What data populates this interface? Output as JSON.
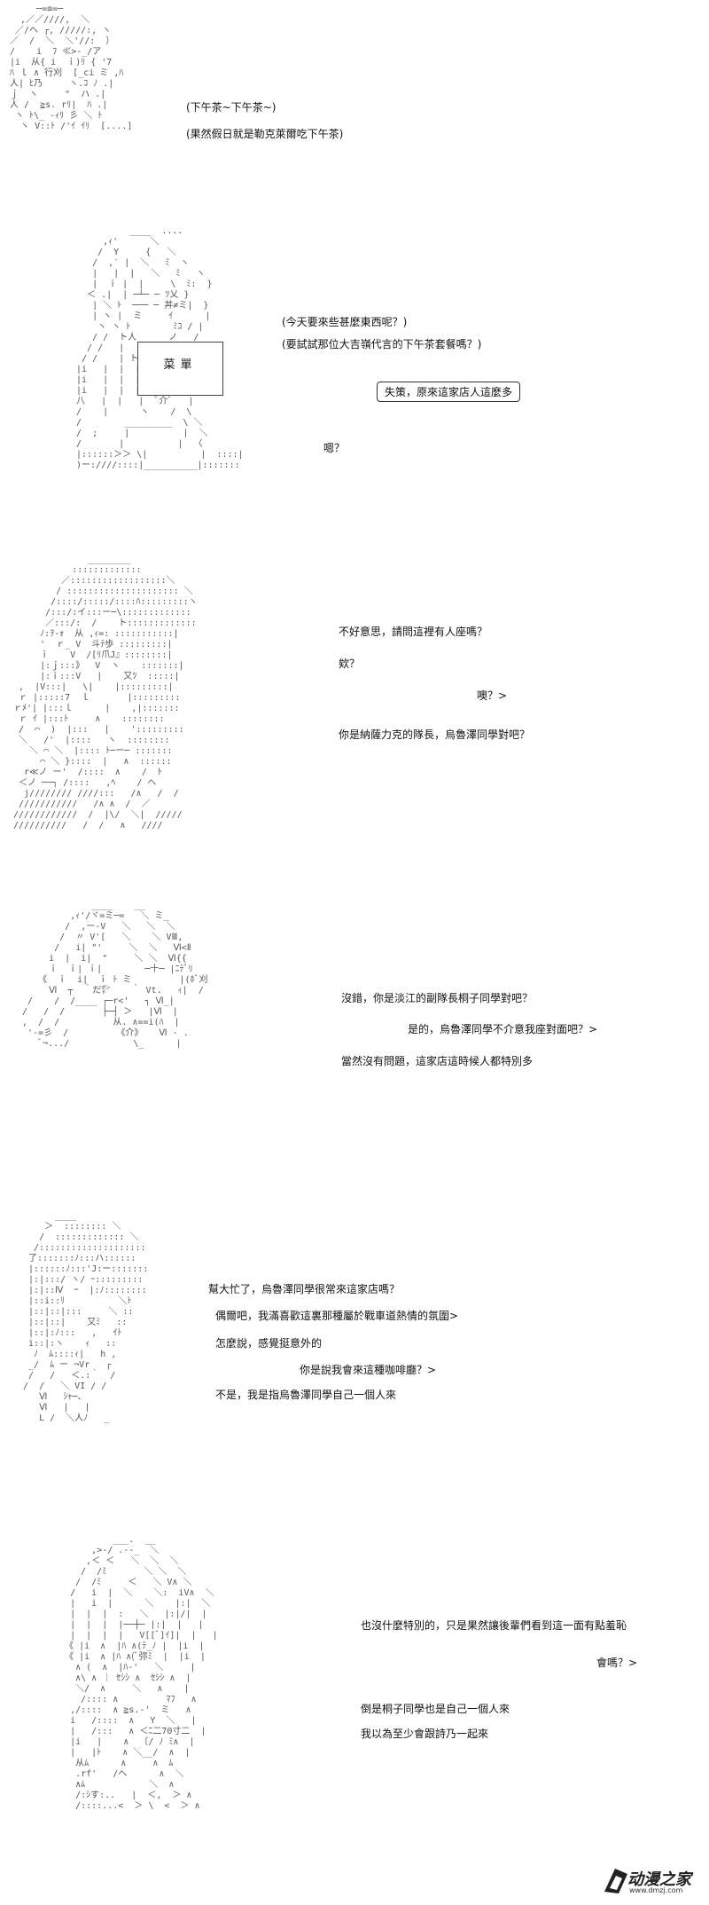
{
  "panels": [
    {
      "lines": [
        "(下午茶~下午茶~)",
        "(果然假日就是勒克萊爾吃下午茶)"
      ]
    },
    {
      "lines": [
        "(今天要來些甚麼東西呢？)",
        "(要試試那位大吉嶺代言的下午茶套餐嗎？)"
      ],
      "bubble": "失策，原來這家店人這麼多",
      "sign": "菜單",
      "tail": "嗯？"
    },
    {
      "lines": [
        "不好意思，請問這裡有人座嗎？",
        "欸？",
        "噢？>",
        "你是納薩力克的隊長，烏魯澤同學對吧？"
      ]
    },
    {
      "lines": [
        "沒錯，你是淡江的副隊長桐子同學對吧？",
        "是的，烏魯澤同學不介意我座對面吧？>",
        "當然沒有問題，這家店這時候人都特別多"
      ]
    },
    {
      "lines": [
        "幫大忙了，烏魯澤同學很常來這家店嗎？",
        "偶爾吧，我滿喜歡這裏那種屬於戰車道熱情的氛圍>",
        "怎麼說，感覺挺意外的",
        "你是說我會來這種咖啡廳？>",
        "不是，我是指烏魯澤同學自己一個人來"
      ]
    },
    {
      "lines": [
        "也沒什麼特別的，只是果然讓後輩們看到這一面有點羞恥",
        "會嗎？>",
        "倒是桐子同學也是自己一個人來",
        "我以為至少會跟詩乃一起來"
      ]
    }
  ],
  "logo": {
    "name": "动漫之家",
    "url": "www.dmzj.com"
  }
}
